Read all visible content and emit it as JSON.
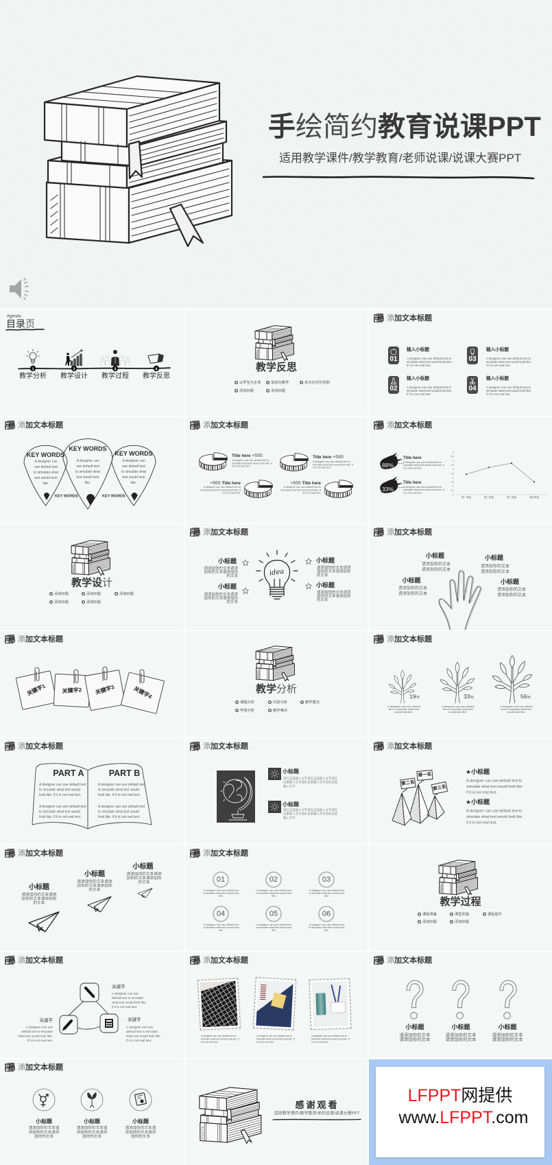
{
  "hero": {
    "title_bold_1": "手",
    "title_light": "绘简约",
    "title_bold_2": "教育说课PPT",
    "subtitle": "适用教学课件/教学教育/老师说课/说课大赛PPT",
    "audio_icon": "speaker-icon"
  },
  "slides": {
    "agenda": {
      "label_en": "Agenda",
      "title": "目录",
      "title_light": "页",
      "steps": [
        {
          "num": "1",
          "label": "教学分析",
          "icon": "lightbulb-icon"
        },
        {
          "num": "2",
          "label": "教学设计",
          "icon": "growth-chart-icon"
        },
        {
          "num": "3",
          "label": "教学过程",
          "icon": "teacher-students-icon"
        },
        {
          "num": "4",
          "label": "教学反思",
          "icon": "book-icon"
        }
      ]
    },
    "divider_reflection": {
      "title_bold": "教学反思",
      "title_light": "",
      "items": [
        "以学生为主体",
        "信息化教学",
        "多元化评价机制",
        "添加标题",
        "添加标题"
      ]
    },
    "four_boxes": {
      "header": {
        "light": "添",
        "bold": "加文本标题"
      },
      "items": [
        {
          "num": "01",
          "icon": "apple-icon",
          "title": "输入小标题",
          "body": "A designer can use default text to simulate what text would look like. If it is not real text."
        },
        {
          "num": "03",
          "icon": "lightbulb-icon",
          "title": "输入小标题",
          "body": "A designer can use default text to simulate what text would look like. If it is not real text."
        },
        {
          "num": "02",
          "icon": "flask-icon",
          "title": "输入小标题",
          "body": "A designer can use default text to simulate what text would look like. If it is not real text."
        },
        {
          "num": "04",
          "icon": "scissors-icon",
          "title": "输入小标题",
          "body": "A designer can use default text to simulate what text would look like. If it is not real text."
        }
      ]
    },
    "keywords": {
      "header": {
        "light": "添",
        "bold": "加文本标题"
      },
      "drops": [
        {
          "title": "KEY WORDS",
          "body": "A designer can use default text to simulate what text would look like."
        },
        {
          "title": "KEY WORDS",
          "body": "A designer can use default text to simulate what text would look like."
        },
        {
          "title": "KEY WORDS",
          "body": "A designer can use default text to simulate what text would look like."
        }
      ],
      "labels": [
        "KEY WORDS",
        "KEY WORDS"
      ]
    },
    "pies": {
      "header": {
        "light": "添",
        "bold": "加文本标题"
      },
      "items": [
        {
          "title": "Title here",
          "value": "+666",
          "body": "A designer can use default text to simulate what text would look like. If it is not real text."
        },
        {
          "title": "Title here",
          "value": "+666",
          "body": "A designer can use default text to simulate what text would look like. If it is not real text."
        },
        {
          "title": "Title here",
          "value": "+666",
          "body": "A designer can use default text to simulate what text would look like. If it is not real text."
        },
        {
          "title": "Title here",
          "value": "+666",
          "body": "A designer can use default text to simulate what text would look like. If it is not real text."
        }
      ]
    },
    "ink_chart": {
      "header": {
        "light": "添",
        "bold": "加文本标题"
      },
      "items": [
        {
          "percent": "88%",
          "title": "Title here",
          "body": "A designer can use default text to simulate what text would look like. If it is not real text."
        },
        {
          "percent": "33%",
          "title": "Title here",
          "body": "A designer can use default text to simulate what text would look like. If it is not real text."
        }
      ],
      "chart": {
        "type": "line",
        "y_ticks": [
          "5",
          "4.5",
          "4",
          "3.5",
          "3",
          "2.5",
          "2",
          "1.5",
          "1",
          "0.5",
          "0"
        ],
        "ylim": [
          0,
          5
        ],
        "categories": [
          "第一季度",
          "第二季度",
          "第三季度",
          "第四季度"
        ],
        "values": [
          2.4,
          3.2,
          3.7,
          1.5
        ]
      }
    },
    "divider_design": {
      "title_bold": "教学设",
      "title_light": "计",
      "items": [
        "添加标题",
        "添加标题",
        "添加标题",
        "添加标题",
        "添加标题"
      ]
    },
    "idea_bulb": {
      "header": {
        "light": "添",
        "bold": "加文本标题"
      },
      "bulb_text": "idea",
      "items": [
        {
          "title": "小标题",
          "body": "请添加你的文本请添加你的文本请添加你的文本"
        },
        {
          "title": "小标题",
          "body": "请添加你的文本请添加你的文本请添加你的文本"
        },
        {
          "title": "小标题",
          "body": "请添加你的文本请添加你的文本请添加你的文本"
        },
        {
          "title": "小标题",
          "body": "请添加你的文本请添加你的文本请添加你的文本"
        }
      ]
    },
    "hand": {
      "header": {
        "light": "添",
        "bold": "加文本标题"
      },
      "items": [
        {
          "title": "小标题",
          "lines": [
            "请添加你的文本",
            "请添加你的文本"
          ]
        },
        {
          "title": "小标题",
          "lines": [
            "请添加你的文本",
            "请添加你的文本"
          ]
        },
        {
          "title": "小标题",
          "lines": [
            "请添加你的文本",
            "请添加你的文本"
          ]
        },
        {
          "title": "小标题",
          "lines": [
            "请添加你的文本",
            "请添加你的文本"
          ]
        }
      ]
    },
    "sticky_notes": {
      "header": {
        "light": "添",
        "bold": "加文本标题"
      },
      "notes": [
        "关键字1",
        "关键字2",
        "关键字3",
        "关键字4"
      ]
    },
    "divider_analysis": {
      "title_bold": "教学",
      "title_light": "分析",
      "items": [
        "课程分析",
        "内容分析",
        "教学重点",
        "学情分析",
        "教学难点"
      ]
    },
    "trees": {
      "header": {
        "light": "添",
        "bold": "加文本标题"
      },
      "items": [
        {
          "value": "19",
          "unit": "%",
          "body": "A designer can use default text to simulate what text would look like."
        },
        {
          "value": "33",
          "unit": "%",
          "body": "A designer can use default text to simulate what text would look like."
        },
        {
          "value": "56",
          "unit": "%",
          "body": "A designer can use default text to simulate what text would look like."
        }
      ]
    },
    "open_book": {
      "header": {
        "light": "添",
        "bold": "加文本标题"
      },
      "pages": [
        {
          "title": "PART A",
          "paragraphs": [
            "A designer can use default text to simulate what text would look like. If it is not real text.",
            "A designer can use default text to simulate what text would look like. If it is not real text."
          ]
        },
        {
          "title": "PART B",
          "paragraphs": [
            "A designer can use default text to simulate what text would look like. If it is not real text.",
            "A designer can use default text to simulate what text would look like. If it is not real text."
          ]
        }
      ]
    },
    "globe": {
      "header": {
        "light": "添",
        "bold": "加文本标题"
      },
      "items": [
        {
          "title": "小标题",
          "body": "请在这里输入文字请在这里输入文字请在这里输入文字请在这里输入文字请在这里输入文字"
        },
        {
          "title": "小标题",
          "body": "请在这里输入文字请在这里输入文字请在这里输入文字请在这里输入文字请在这里输入文字"
        }
      ]
    },
    "ranking": {
      "header": {
        "light": "添",
        "bold": "加文本标题"
      },
      "ranks": {
        "first": "第一名",
        "second": "第二名",
        "third": "第三名"
      },
      "items": [
        {
          "title": "★小标题",
          "body": "A designer can use default text to simulate what text would look like. If it is not real text."
        },
        {
          "title": "★小标题",
          "body": "A designer can use default text to simulate what text would look like. If it is not real text."
        }
      ]
    },
    "paper_planes": {
      "header": {
        "light": "添",
        "bold": "加文本标题"
      },
      "items": [
        {
          "title": "小标题",
          "body": "请添加你的文本请添加你的文本请添加你的文本"
        },
        {
          "title": "小标题",
          "body": "请添加你的文本请添加你的文本请添加你的文本"
        },
        {
          "title": "小标题",
          "body": "请添加你的文本请添加你的文本请添加你的文本"
        }
      ]
    },
    "numbered_circles": {
      "header": {
        "light": "添",
        "bold": "加文本标题"
      },
      "items": [
        {
          "num": "01",
          "body": "A designer can use default text to simulate what text would look like."
        },
        {
          "num": "02",
          "body": "A designer can use default text to simulate what text would look like."
        },
        {
          "num": "03",
          "body": "A designer can use default text to simulate what text would look like."
        },
        {
          "num": "04",
          "body": "A designer can use default text to simulate what text would look like."
        },
        {
          "num": "05",
          "body": "A designer can use default text to simulate what text would look like."
        },
        {
          "num": "06",
          "body": "A designer can use default text to simulate what text would look like."
        }
      ]
    },
    "divider_process": {
      "title_bold": "教学过程",
      "title_light": "",
      "items": [
        "课前准备",
        "课堂实施",
        "课后提升",
        "添加标题",
        "添加标题"
      ]
    },
    "keyword_triangle": {
      "header": {
        "light": "添",
        "bold": "加文本标题"
      },
      "items": [
        {
          "title": "关键字",
          "body": "A designer can use default text to simulate what text would look like. If it is not real text."
        },
        {
          "title": "关键字",
          "body": "A designer can use default text to simulate what text would look like. If it is not real text."
        },
        {
          "title": "关键字",
          "body": "A designer can use default text to simulate what text would look like. If it is not real text."
        }
      ]
    },
    "photos": {
      "header": {
        "light": "添",
        "bold": "加文本标题"
      },
      "captions": [
        "A designer can use default text to simulate what text would look like. If it is not real text.",
        "A designer can use default text to simulate what text would look like. If it is not real text.",
        "A designer can use default text to simulate what text would look like. If it is not real text."
      ]
    },
    "questions": {
      "header": {
        "light": "添",
        "bold": "加文本标题"
      },
      "items": [
        {
          "title": "小标题",
          "lines": [
            "请添加你的文本",
            "请添加你的文本"
          ]
        },
        {
          "title": "小标题",
          "lines": [
            "请添加你的文本",
            "请添加你的文本"
          ]
        },
        {
          "title": "小标题",
          "lines": [
            "请添加你的文本",
            "请添加你的文本"
          ]
        }
      ]
    },
    "icon_circles": {
      "header": {
        "light": "添",
        "bold": "加文本标题"
      },
      "items": [
        {
          "icon": "gender-icon",
          "title": "小标题",
          "body": "请添加你的文本请添加你的文本请添加你的文本"
        },
        {
          "icon": "leaves-icon",
          "title": "小标题",
          "body": "请添加你的文本请添加你的文本请添加你的文本"
        },
        {
          "icon": "certificate-icon",
          "title": "小标题",
          "body": "请添加你的文本请添加你的文本请添加你的文本"
        }
      ]
    },
    "thanks": {
      "title": "感谢观看",
      "subtitle": "适用教学课件/教学教育/老师说课/说课大赛PPT"
    }
  },
  "watermark": {
    "line1_brand": "LFPPT",
    "line1_text": "网提供",
    "line2_prefix": "www.",
    "line2_brand": "LFPPT",
    "line2_suffix": ".com",
    "brand_color": "#e8161f",
    "frame_color": "#a9c9f3"
  },
  "theme": {
    "slide_background": "#f5f6f6",
    "text": "#333333",
    "dark_box": "#4a4a4a"
  }
}
